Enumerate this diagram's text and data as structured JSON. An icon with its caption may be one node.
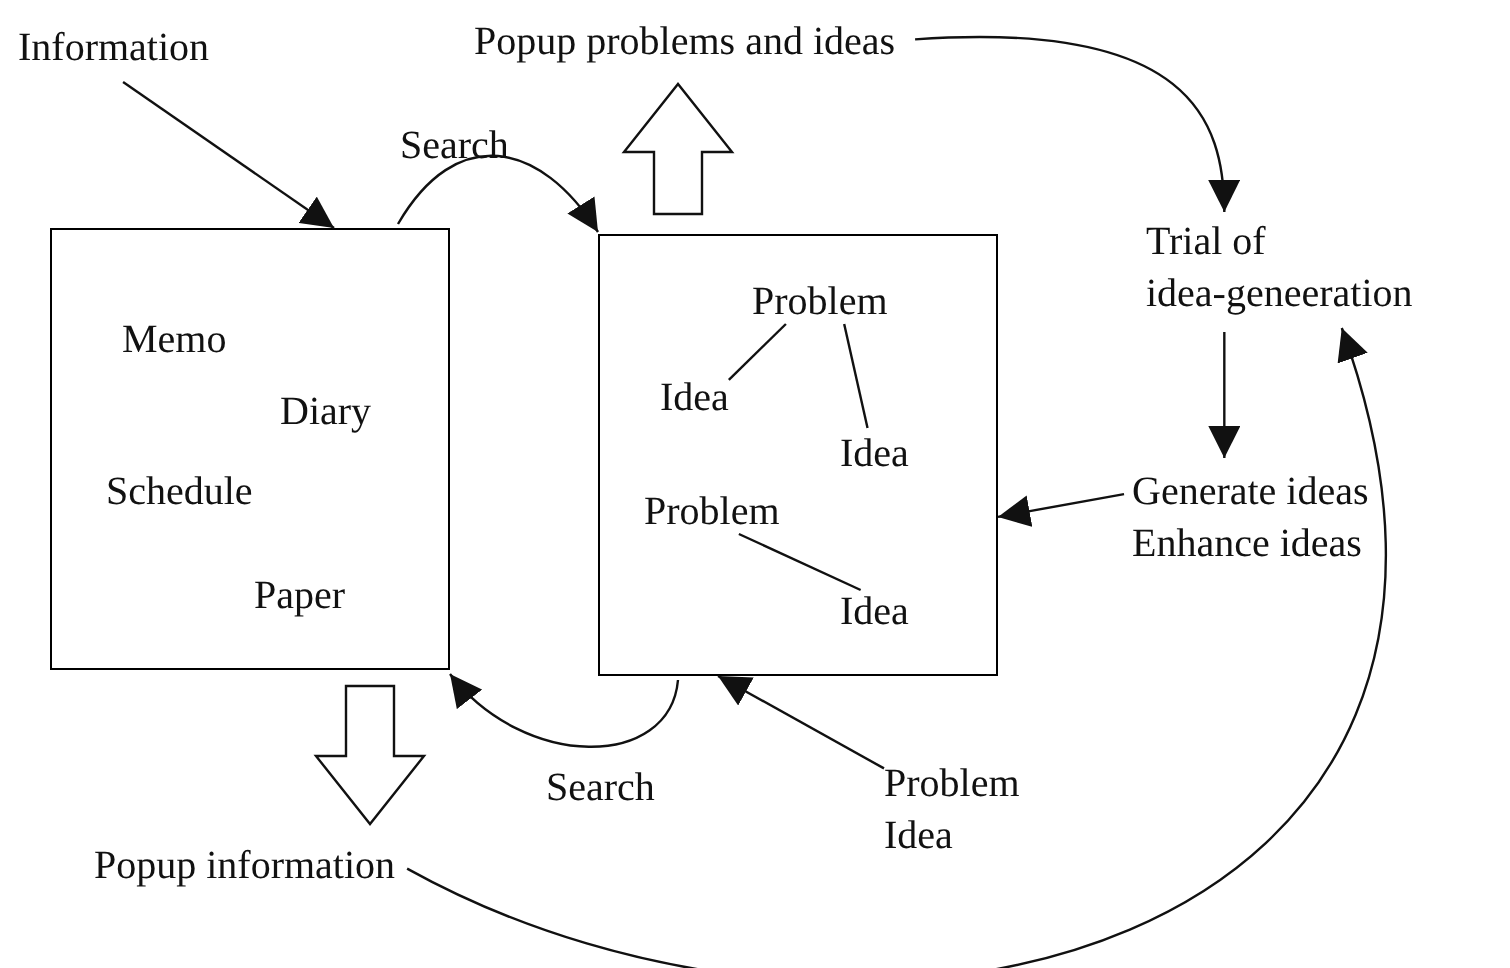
{
  "diagram": {
    "nodes": [
      {
        "text": [],
        "shape": "box"
      },
      {
        "text": [
          "Memo"
        ],
        "in": 0
      },
      {
        "text": [
          "Diary"
        ],
        "in": 0
      },
      {
        "text": [
          "Schedule"
        ],
        "in": 0
      },
      {
        "text": [
          "Paper"
        ],
        "in": 0
      },
      {
        "text": [],
        "shape": "box"
      },
      {
        "text": [
          "Problem"
        ],
        "in": 5
      },
      {
        "text": [
          "Idea"
        ],
        "in": 5
      },
      {
        "text": [
          "Idea"
        ],
        "in": 5
      },
      {
        "text": [
          "Problem"
        ],
        "in": 5
      },
      {
        "text": [
          "Idea"
        ],
        "in": 5
      },
      {
        "text": [
          "Information"
        ]
      },
      {
        "text": [
          "Popup problems and ideas"
        ]
      },
      {
        "text": [
          "Trial of idea-geneeration"
        ]
      },
      {
        "text": [
          "Generate ideas",
          "Enhance ideas"
        ]
      },
      {
        "text": [
          "Problem",
          "Idea"
        ]
      },
      {
        "text": [
          "Popup information"
        ]
      }
    ],
    "edges": [
      {
        "from": 11,
        "to": 0,
        "arrow": "to"
      },
      {
        "from": 0,
        "to": 5,
        "arrow": "to",
        "label": "Search"
      },
      {
        "from": 5,
        "to": 0,
        "arrow": "to",
        "label": "Search"
      },
      {
        "from": 5,
        "to": 12,
        "arrow": "to",
        "style": "thick"
      },
      {
        "from": 0,
        "to": 16,
        "arrow": "to",
        "style": "thick"
      },
      {
        "from": 12,
        "to": 13,
        "arrow": "to"
      },
      {
        "from": 13,
        "to": 14,
        "arrow": "to"
      },
      {
        "from": 14,
        "to": 5,
        "arrow": "to"
      },
      {
        "from": 15,
        "to": 5,
        "arrow": "to"
      },
      {
        "from": 16,
        "to": 13,
        "arrow": "to"
      },
      {
        "from": 6,
        "to": 7,
        "arrow": "none"
      },
      {
        "from": 6,
        "to": 8,
        "arrow": "none"
      },
      {
        "from": 9,
        "to": 10,
        "arrow": "none"
      }
    ]
  }
}
